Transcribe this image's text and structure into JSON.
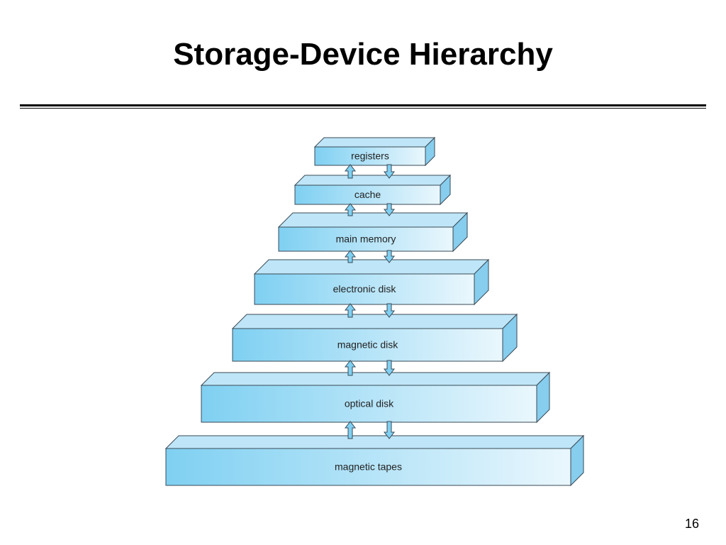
{
  "slide": {
    "title": "Storage-Device Hierarchy",
    "page_number": "16"
  },
  "diagram": {
    "colors": {
      "front_left": "#7fd0f2",
      "front_right": "#eaf7fd",
      "top": "#bfe6f8",
      "side": "#86cdee",
      "outline": "#3a4a55",
      "arrow": "#7fd0f2"
    },
    "tiers": [
      {
        "label": "registers"
      },
      {
        "label": "cache"
      },
      {
        "label": "main memory"
      },
      {
        "label": "electronic disk"
      },
      {
        "label": "magnetic disk"
      },
      {
        "label": "optical disk"
      },
      {
        "label": "magnetic tapes"
      }
    ]
  }
}
